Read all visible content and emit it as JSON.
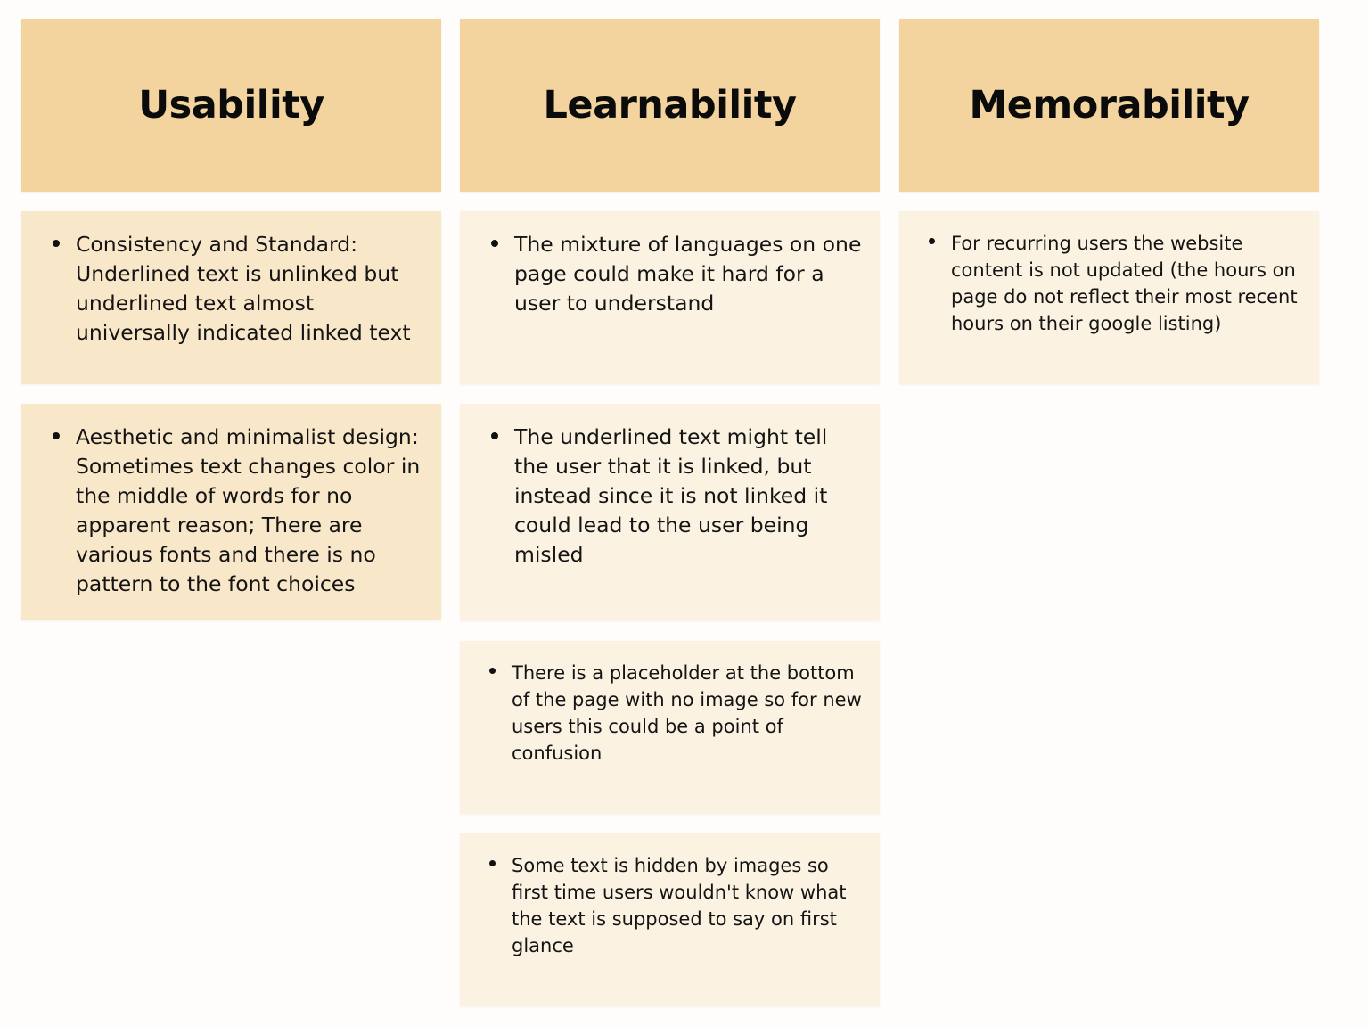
{
  "columns": [
    {
      "title": "Usability",
      "cards": [
        "Consistency and Standard: Underlined text is unlinked  but underlined text almost universally indicated linked text",
        "Aesthetic and minimalist design: Sometimes text changes color in the middle of words for no apparent reason; There are various fonts and there is no pattern to the font choices"
      ]
    },
    {
      "title": "Learnability",
      "cards": [
        "The mixture of languages on one page could make it hard for a user to understand",
        "The underlined text might tell the user that it is linked, but instead since it is not linked it could lead to the user being misled",
        "There is a placeholder at the bottom of the page with no image so for new users this could be a point of confusion",
        "Some text is hidden by images so first time users wouldn't know what the text is supposed to say on first glance"
      ]
    },
    {
      "title": "Memorability",
      "cards": [
        "For recurring users the website content is not updated (the hours on page do not reflect their most recent hours on their google listing)"
      ]
    }
  ],
  "colors": {
    "header": "#f3d49e",
    "card_usability": "#f9e7c9",
    "card_other": "#fbf2e2",
    "background": "#fffdfb"
  }
}
